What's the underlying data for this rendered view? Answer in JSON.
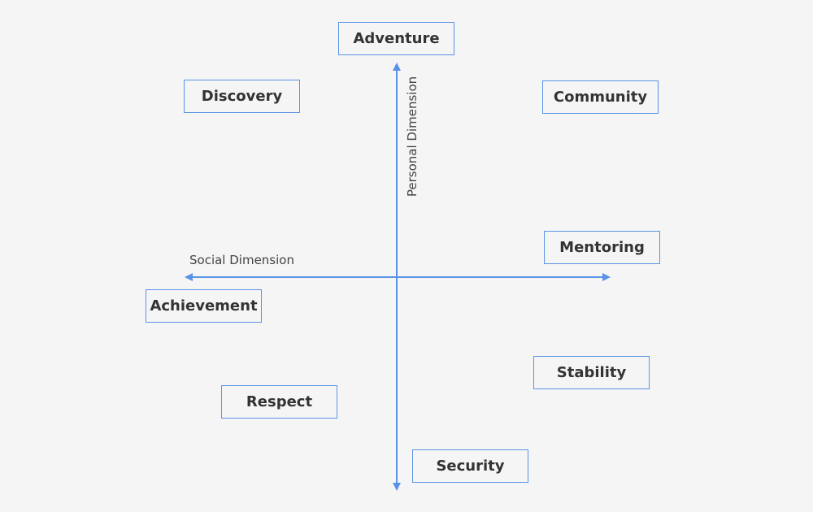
{
  "axes": {
    "horizontal_label": "Social Dimension",
    "vertical_label": "Personal Dimension",
    "color": "#5a93e6"
  },
  "values": {
    "adventure": "Adventure",
    "discovery": "Discovery",
    "community": "Community",
    "mentoring": "Mentoring",
    "achievement": "Achievement",
    "stability": "Stability",
    "respect": "Respect",
    "security": "Security"
  },
  "colors": {
    "background": "#f5f5f5",
    "box_border": "#5a93e6",
    "text": "#333333"
  }
}
